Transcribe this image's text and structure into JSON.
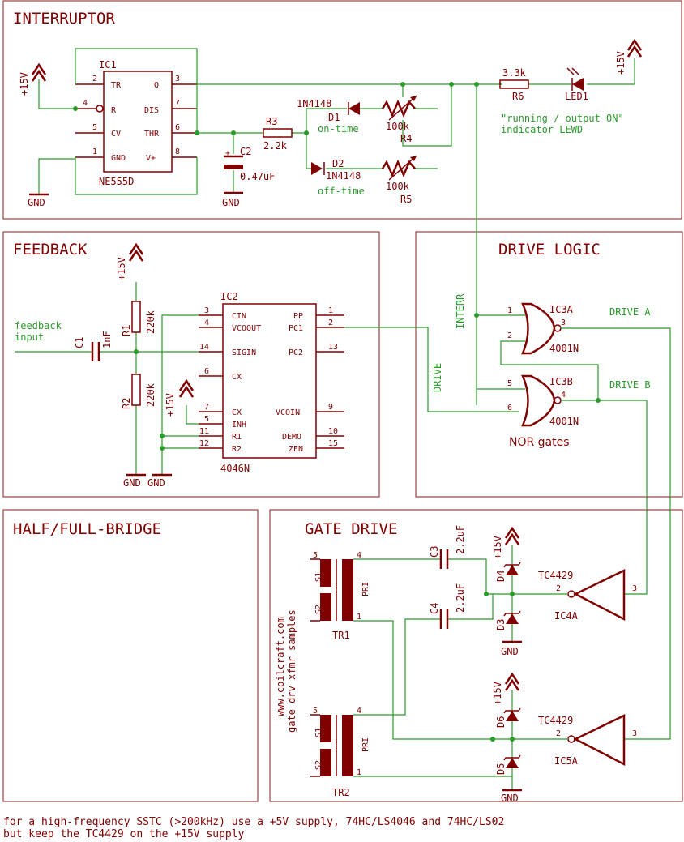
{
  "sections": {
    "interruptor": "INTERRUPTOR",
    "feedback": "FEEDBACK",
    "drive_logic": "DRIVE LOGIC",
    "half_full_bridge": "HALF/FULL-BRIDGE",
    "gate_drive": "GATE DRIVE"
  },
  "interruptor": {
    "ic1": "IC1",
    "ic1_part": "NE555D",
    "pins": {
      "tr": "TR",
      "q": "Q",
      "r": "R",
      "dis": "DIS",
      "cv": "CV",
      "thr": "THR",
      "gnd": "GND",
      "vplus": "V+"
    },
    "pin_nums": {
      "p2": "2",
      "p3": "3",
      "p4": "4",
      "p7": "7",
      "p5": "5",
      "p6": "6",
      "p1": "1",
      "p8": "8"
    },
    "supply": "+15V",
    "supply_right": "+15V",
    "gnd1": "GND",
    "gnd2": "GND",
    "c2": "C2",
    "c2_val": "0.47uF",
    "r3": "R3",
    "r3_val": "2.2k",
    "d1": "D1",
    "d1_part": "1N4148",
    "d1_note": "on-time",
    "d2": "D2",
    "d2_part": "1N4148",
    "d2_note": "off-time",
    "r4": "R4",
    "r4_val": "100k",
    "r5": "R5",
    "r5_val": "100k",
    "r6": "R6",
    "r6_val": "3.3k",
    "led": "LED1",
    "led_note1": "\"running / output ON\"",
    "led_note2": "indicator LEWD"
  },
  "feedback": {
    "ic2": "IC2",
    "ic2_part": "4046N",
    "pins": {
      "cin": "CIN",
      "vcoout": "VCOOUT",
      "sigin": "SIGIN",
      "cx1": "CX",
      "cx2": "CX",
      "inh": "INH",
      "r1": "R1",
      "r2": "R2",
      "pp": "PP",
      "pc1": "PC1",
      "pc2": "PC2",
      "vcoin": "VCOIN",
      "demo": "DEMO",
      "zen": "ZEN"
    },
    "pin_nums": {
      "p3": "3",
      "p4": "4",
      "p14": "14",
      "p6": "6",
      "p7": "7",
      "p5": "5",
      "p11": "11",
      "p12": "12",
      "p1": "1",
      "p2": "2",
      "p13": "13",
      "p9": "9",
      "p10": "10",
      "p15": "15"
    },
    "supply_top": "+15V",
    "supply_inh": "+15V",
    "input_line1": "feedback",
    "input_line2": "input",
    "c1": "C1",
    "c1_val": "1nF",
    "r1": "R1",
    "r1_val": "220k",
    "r2": "R2",
    "r2_val": "220k",
    "gnd1": "GND",
    "gnd2": "GND"
  },
  "drive_logic": {
    "interr": "INTERR",
    "drive": "DRIVE",
    "ic3a": "IC3A",
    "ic3a_part": "4001N",
    "ic3b": "IC3B",
    "ic3b_part": "4001N",
    "drive_a": "DRIVE A",
    "drive_b": "DRIVE B",
    "nor": "NOR gates",
    "pin_nums": {
      "p1": "1",
      "p2": "2",
      "p3": "3",
      "p5": "5",
      "p6": "6",
      "p4": "4"
    }
  },
  "gate_drive": {
    "vendor1": "www.coilcraft.com",
    "vendor2": "gate drv xfmr samples",
    "tr1": "TR1",
    "tr2": "TR2",
    "s1": "S1",
    "s2": "S2",
    "pri": "PRI",
    "c3": "C3",
    "c3_val": "2.2uF",
    "c4": "C4",
    "c4_val": "2.2uF",
    "d3": "D3",
    "d4": "D4",
    "d5": "D5",
    "d6": "D6",
    "supply1": "+15V",
    "supply2": "+15V",
    "gnd1": "GND",
    "gnd2": "GND",
    "ic4a": "IC4A",
    "ic4_part": "TC4429",
    "ic5a": "IC5A",
    "ic5_part": "TC4429",
    "pin_nums": {
      "a5": "5",
      "a4": "4",
      "a1": "1",
      "b5": "5",
      "b4": "4",
      "b1": "1",
      "g2a": "2",
      "g3a": "3",
      "g2b": "2",
      "g3b": "3"
    }
  },
  "footer": {
    "line1": "for a high-frequency SSTC (>200kHz)  use a +5V supply, 74HC/LS4046 and 74HC/LS02",
    "line2": "but keep the TC4429 on the +15V supply"
  }
}
